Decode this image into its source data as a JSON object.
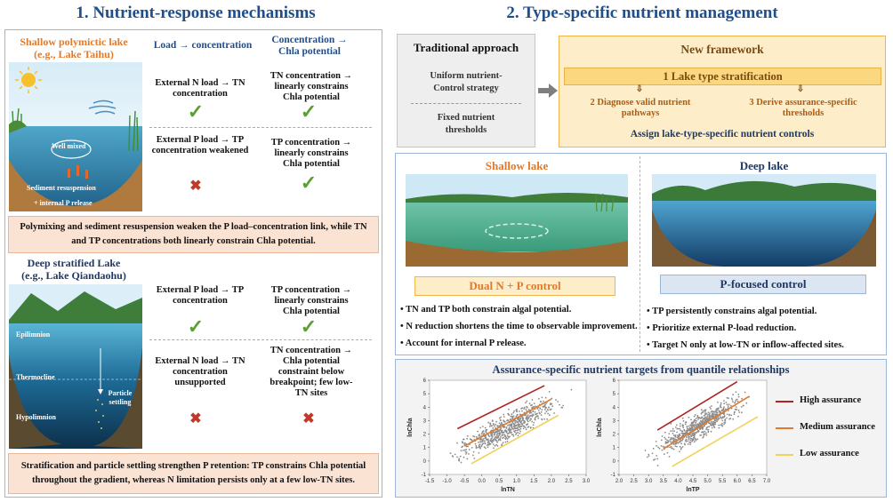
{
  "left": {
    "title": "1.  Nutrient-response mechanisms",
    "shallow": {
      "name": "Shallow polymictic lake",
      "example": "(e.g., Lake Taihu)",
      "well_mixed": "Well mixed",
      "resuspension": "Sediment resuspension",
      "internal_p": "+ internal P release",
      "col1_header": "Load → concentration",
      "col2_header": "Concentration → Chla potential",
      "row1_c1": "External N load → TN concentration",
      "row1_c2": "TN concentration → linearly constrains Chla potential",
      "row2_c1": "External P load → TP concentration weakened",
      "row2_c2": "TP concentration → linearly constrains Chla potential",
      "note": "Polymixing and sediment resuspension weaken the P load–concentration link, while TN and TP concentrations both linearly constrain Chla potential."
    },
    "deep": {
      "name": "Deep stratified Lake",
      "example": "(e.g., Lake Qiandaohu)",
      "epilimnion": "Epilimnion",
      "thermocline": "Thermocline",
      "hypolimnion": "Hypolimnion",
      "particle": "Particle settling",
      "row1_c1": "External P load → TP concentration",
      "row1_c2": "TP concentration → linearly constrains Chla potential",
      "row2_c1": "External N load → TN concentration unsupported",
      "row2_c2": "TN concentration → Chla potential constraint below breakpoint; few low-TN sites",
      "note": "Stratification and particle settling strengthen P retention: TP constrains Chla potential throughout the gradient, whereas N limitation persists only at a few low-TN sites."
    },
    "symbols": {
      "check": "✓",
      "cross": "✖"
    }
  },
  "right": {
    "title": "2.  Type-specific nutrient management",
    "traditional": {
      "heading": "Traditional approach",
      "item1": "Uniform nutrient-Control strategy",
      "item2": "Fixed nutrient thresholds"
    },
    "framework": {
      "heading": "New framework",
      "step1": "1   Lake type stratification",
      "step2": "2   Diagnose valid nutrient pathways",
      "step3": "3   Derive assurance-specific thresholds",
      "assign": "Assign lake-type-specific nutrient controls"
    },
    "shallow": {
      "heading": "Shallow lake",
      "control": "Dual N + P control",
      "bullets": [
        "TN and TP both constrain algal potential.",
        "N reduction shortens the time to observable improvement.",
        "Account for internal P release."
      ]
    },
    "deep": {
      "heading": "Deep lake",
      "control": "P-focused control",
      "bullets": [
        "TP persistently constrains algal potential.",
        "Prioritize external P-load reduction.",
        "Target N only at low-TN or inflow-affected sites."
      ]
    },
    "quantile_title": "Assurance-specific nutrient targets from quantile relationships",
    "legend": [
      {
        "label": "High assurance",
        "color": "#b22222"
      },
      {
        "label": "Medium assurance",
        "color": "#e07a2c"
      },
      {
        "label": "Low assurance",
        "color": "#f2d15a"
      }
    ]
  },
  "chart_data": [
    {
      "type": "scatter",
      "xlabel": "lnTN",
      "ylabel": "lnChla",
      "xlim": [
        -1.5,
        3.0
      ],
      "ylim": [
        -1,
        6
      ],
      "xticks": [
        "-1.5",
        "-1.0",
        "-0.5",
        "0.0",
        "0.5",
        "1.0",
        "1.5",
        "2.0",
        "2.5",
        "3.0"
      ],
      "yticks": [
        "-1",
        "0",
        "1",
        "2",
        "3",
        "4",
        "5",
        "6"
      ],
      "series": [
        {
          "name": "High assurance",
          "color": "#b22222",
          "x": [
            -0.7,
            1.8
          ],
          "y": [
            2.4,
            5.6
          ]
        },
        {
          "name": "Medium assurance",
          "color": "#e07a2c",
          "x": [
            -0.5,
            2.0
          ],
          "y": [
            1.1,
            4.6
          ]
        },
        {
          "name": "Low assurance",
          "color": "#f2d15a",
          "x": [
            -0.3,
            2.2
          ],
          "y": [
            -0.2,
            3.4
          ]
        }
      ],
      "cloud": {
        "center": [
          0.8,
          2.6
        ],
        "slope": 1.3,
        "spread_x": 0.8,
        "spread_y": 0.8,
        "n": 650,
        "seed": 7
      }
    },
    {
      "type": "scatter",
      "xlabel": "lnTP",
      "ylabel": "lnChla",
      "xlim": [
        2.0,
        7.0
      ],
      "ylim": [
        -1,
        6
      ],
      "xticks": [
        "2.0",
        "2.5",
        "3.0",
        "3.5",
        "4.0",
        "4.5",
        "5.0",
        "5.5",
        "6.0",
        "6.5",
        "7.0"
      ],
      "yticks": [
        "-1",
        "0",
        "1",
        "2",
        "3",
        "4",
        "5",
        "6"
      ],
      "series": [
        {
          "name": "High assurance",
          "color": "#b22222",
          "x": [
            3.3,
            6.0
          ],
          "y": [
            2.3,
            5.9
          ]
        },
        {
          "name": "Medium assurance",
          "color": "#e07a2c",
          "x": [
            3.5,
            6.4
          ],
          "y": [
            0.9,
            4.8
          ]
        },
        {
          "name": "Low assurance",
          "color": "#f2d15a",
          "x": [
            3.8,
            6.7
          ],
          "y": [
            -0.4,
            3.3
          ]
        }
      ],
      "cloud": {
        "center": [
          4.7,
          2.6
        ],
        "slope": 1.2,
        "spread_x": 0.85,
        "spread_y": 0.75,
        "n": 650,
        "seed": 11
      }
    }
  ]
}
